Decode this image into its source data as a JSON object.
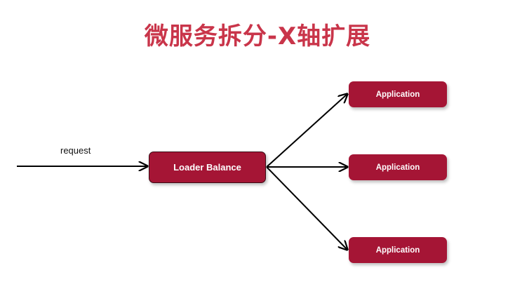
{
  "title": "微服务拆分-X轴扩展",
  "colors": {
    "title": "#c9354a",
    "box_fill": "#a51535",
    "box_text": "#ffffff",
    "arrow": "#000000"
  },
  "edges_label": {
    "request": "request"
  },
  "nodes": {
    "load_balancer": "Loader Balance",
    "applications": [
      "Application",
      "Application",
      "Application"
    ]
  },
  "edges": [
    {
      "from": "client",
      "to": "load_balancer",
      "label": "request"
    },
    {
      "from": "load_balancer",
      "to": "application-1"
    },
    {
      "from": "load_balancer",
      "to": "application-2"
    },
    {
      "from": "load_balancer",
      "to": "application-3"
    }
  ]
}
